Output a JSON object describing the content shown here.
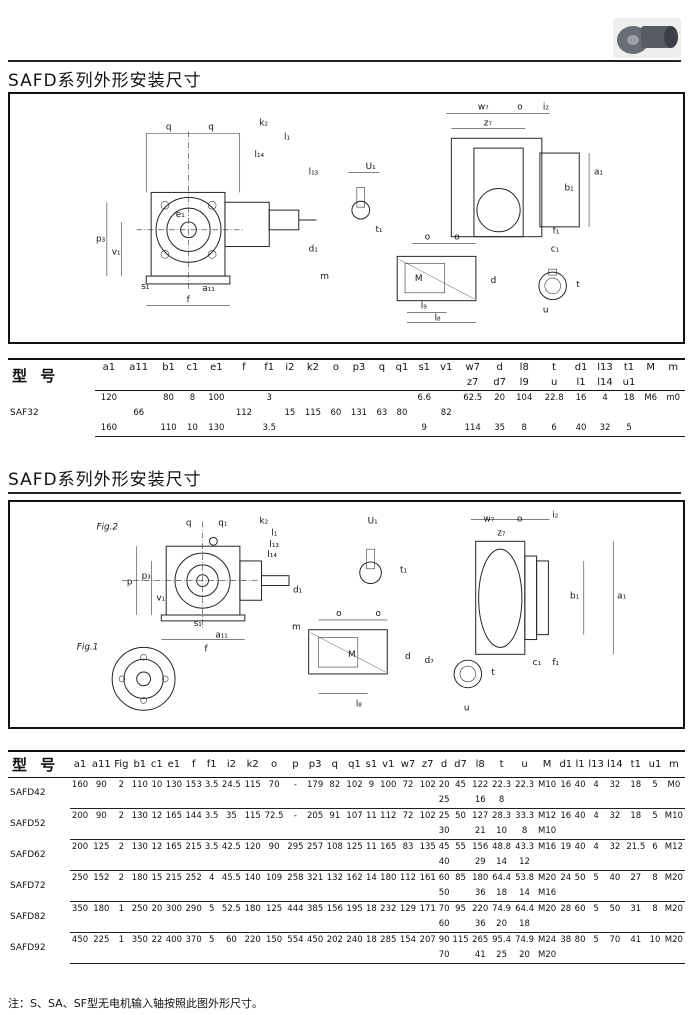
{
  "section1": {
    "title": "SAFD系列外形安装尺寸",
    "table": {
      "header_label": "型 号",
      "cols_top": [
        "a1",
        "a11",
        "b1",
        "c1",
        "e1",
        "f",
        "f1",
        "i2",
        "k2",
        "o",
        "p3",
        "q",
        "q1",
        "s1",
        "v1",
        "w7",
        "d",
        "l8",
        "t",
        "d1",
        "l13",
        "t1",
        "M",
        "m"
      ],
      "cols_bot": [
        "",
        "",
        "",
        "",
        "",
        "",
        "",
        "",
        "",
        "",
        "",
        "",
        "",
        "",
        "",
        "z7",
        "d7",
        "l9",
        "u",
        "l1",
        "l14",
        "u1",
        "",
        ""
      ],
      "rows": [
        {
          "model": "SAF32",
          "top": [
            "120",
            "",
            "80",
            "8",
            "100",
            "",
            "3",
            "",
            "",
            "",
            "",
            "",
            "",
            "6.6",
            "",
            "62.5",
            "20",
            "104",
            "22.8",
            "16",
            "4",
            "18",
            "M6",
            "m0"
          ],
          "mid": [
            "",
            "66",
            "",
            "",
            "",
            "112",
            "",
            "15",
            "115",
            "60",
            "131",
            "63",
            "80",
            "",
            "82",
            "",
            "",
            "",
            "",
            "",
            "",
            "",
            "",
            ""
          ],
          "bot": [
            "160",
            "",
            "110",
            "10",
            "130",
            "",
            "3.5",
            "",
            "",
            "",
            "",
            "",
            "",
            "9",
            "",
            "114",
            "35",
            "8",
            "6",
            "40",
            "32",
            "5",
            "",
            ""
          ]
        }
      ]
    }
  },
  "section2": {
    "title": "SAFD系列外形安装尺寸",
    "fig_labels": [
      "Fig.2",
      "Fig.1"
    ],
    "table": {
      "header_label": "型 号",
      "cols": [
        "a1",
        "a11",
        "Fig",
        "b1",
        "c1",
        "e1",
        "f",
        "f1",
        "i2",
        "k2",
        "o",
        "p",
        "p3",
        "q",
        "q1",
        "s1",
        "v1",
        "w7",
        "z7",
        "d",
        "d7",
        "l8",
        "t",
        "u",
        "M",
        "d1",
        "l1",
        "l13",
        "l14",
        "t1",
        "u1",
        "m"
      ],
      "rows": [
        {
          "model": "SAFD42",
          "top": [
            "160",
            "90",
            "2",
            "110",
            "10",
            "130",
            "153",
            "3.5",
            "24.5",
            "115",
            "70",
            "-",
            "179",
            "82",
            "102",
            "9",
            "100",
            "72",
            "102",
            "20",
            "45",
            "122",
            "22.3",
            "22.3",
            "M10",
            "16",
            "40",
            "4",
            "32",
            "18",
            "5",
            "M0"
          ],
          "bot": [
            "",
            "",
            "",
            "",
            "",
            "",
            "",
            "",
            "",
            "",
            "",
            "",
            "",
            "",
            "",
            "",
            "",
            "",
            "",
            "25",
            "",
            "16",
            "8",
            "",
            "",
            "",
            "",
            "",
            "",
            "",
            "",
            ""
          ]
        },
        {
          "model": "SAFD52",
          "top": [
            "200",
            "90",
            "2",
            "130",
            "12",
            "165",
            "144",
            "3.5",
            "35",
            "115",
            "72.5",
            "-",
            "205",
            "91",
            "107",
            "11",
            "112",
            "72",
            "102",
            "25",
            "50",
            "127",
            "28.3",
            "33.3",
            "M12",
            "16",
            "40",
            "4",
            "32",
            "18",
            "5",
            "M10"
          ],
          "bot": [
            "",
            "",
            "",
            "",
            "",
            "",
            "",
            "",
            "",
            "",
            "",
            "",
            "",
            "",
            "",
            "",
            "",
            "",
            "",
            "30",
            "",
            "21",
            "10",
            "8",
            "M10",
            "",
            "",
            "",
            "",
            "",
            "",
            ""
          ]
        },
        {
          "model": "SAFD62",
          "top": [
            "200",
            "125",
            "2",
            "130",
            "12",
            "165",
            "215",
            "3.5",
            "42.5",
            "120",
            "90",
            "295",
            "257",
            "108",
            "125",
            "11",
            "165",
            "83",
            "135",
            "45",
            "55",
            "156",
            "48.8",
            "43.3",
            "M16",
            "19",
            "40",
            "4",
            "32",
            "21.5",
            "6",
            "M12"
          ],
          "bot": [
            "",
            "",
            "",
            "",
            "",
            "",
            "",
            "",
            "",
            "",
            "",
            "",
            "",
            "",
            "",
            "",
            "",
            "",
            "",
            "40",
            "",
            "29",
            "14",
            "12",
            "",
            "",
            "",
            "",
            "",
            "",
            "",
            ""
          ]
        },
        {
          "model": "SAFD72",
          "top": [
            "250",
            "152",
            "2",
            "180",
            "15",
            "215",
            "252",
            "4",
            "45.5",
            "140",
            "109",
            "258",
            "321",
            "132",
            "162",
            "14",
            "180",
            "112",
            "161",
            "60",
            "85",
            "180",
            "64.4",
            "53.8",
            "M20",
            "24",
            "50",
            "5",
            "40",
            "27",
            "8",
            "M20"
          ],
          "bot": [
            "",
            "",
            "",
            "",
            "",
            "",
            "",
            "",
            "",
            "",
            "",
            "",
            "",
            "",
            "",
            "",
            "",
            "",
            "",
            "50",
            "",
            "36",
            "18",
            "14",
            "M16",
            "",
            "",
            "",
            "",
            "",
            "",
            ""
          ]
        },
        {
          "model": "SAFD82",
          "top": [
            "350",
            "180",
            "1",
            "250",
            "20",
            "300",
            "290",
            "5",
            "52.5",
            "180",
            "125",
            "444",
            "385",
            "156",
            "195",
            "18",
            "232",
            "129",
            "171",
            "70",
            "95",
            "220",
            "74.9",
            "64.4",
            "M20",
            "28",
            "60",
            "5",
            "50",
            "31",
            "8",
            "M20"
          ],
          "bot": [
            "",
            "",
            "",
            "",
            "",
            "",
            "",
            "",
            "",
            "",
            "",
            "",
            "",
            "",
            "",
            "",
            "",
            "",
            "",
            "60",
            "",
            "36",
            "20",
            "18",
            "",
            "",
            "",
            "",
            "",
            "",
            "",
            ""
          ]
        },
        {
          "model": "SAFD92",
          "top": [
            "450",
            "225",
            "1",
            "350",
            "22",
            "400",
            "370",
            "5",
            "60",
            "220",
            "150",
            "554",
            "450",
            "202",
            "240",
            "18",
            "285",
            "154",
            "207",
            "90",
            "115",
            "265",
            "95.4",
            "74.9",
            "M24",
            "38",
            "80",
            "5",
            "70",
            "41",
            "10",
            "M20"
          ],
          "bot": [
            "",
            "",
            "",
            "",
            "",
            "",
            "",
            "",
            "",
            "",
            "",
            "",
            "",
            "",
            "",
            "",
            "",
            "",
            "",
            "70",
            "",
            "41",
            "25",
            "20",
            "M20",
            "",
            "",
            "",
            "",
            "",
            "",
            ""
          ]
        }
      ]
    }
  },
  "note": "注：S、SA、SF型无电机输入轴按照此图外形尺寸。",
  "dim_labels_fig1": [
    "q",
    "q",
    "k2",
    "l1",
    "l14",
    "l13",
    "e1",
    "p3",
    "v1",
    "s1",
    "a11",
    "f",
    "d1",
    "m",
    "U1",
    "t1",
    "w7",
    "o",
    "i2",
    "z7",
    "b1",
    "a1",
    "f1",
    "c1",
    "o",
    "o",
    "M",
    "d",
    "l9",
    "l8",
    "t",
    "u"
  ],
  "dim_labels_fig2": [
    "q",
    "q1",
    "k2",
    "l1",
    "l13",
    "l14",
    "p",
    "p3",
    "v1",
    "s1",
    "a11",
    "f",
    "d1",
    "m",
    "U1",
    "t1",
    "w7",
    "o",
    "i2",
    "z7",
    "b1",
    "a1",
    "c1",
    "f1",
    "o",
    "o",
    "M",
    "d",
    "d7",
    "l8",
    "t",
    "u"
  ]
}
